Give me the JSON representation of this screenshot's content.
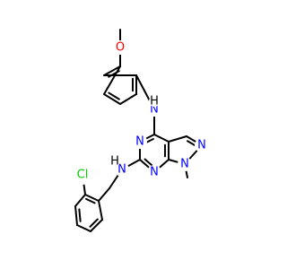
{
  "molecule": {
    "colors": {
      "carbon_bond": "#000000",
      "N": "#0000ff",
      "O": "#ff0000",
      "Cl": "#00cc00"
    },
    "atoms": [
      {
        "id": "me1",
        "el": "C",
        "label": ""
      },
      {
        "id": "o1",
        "el": "O",
        "label": "O"
      },
      {
        "id": "c1",
        "el": "C",
        "label": ""
      },
      {
        "id": "c2",
        "el": "C",
        "label": ""
      },
      {
        "id": "c3",
        "el": "C",
        "label": ""
      },
      {
        "id": "c4",
        "el": "C",
        "label": ""
      },
      {
        "id": "c5",
        "el": "C",
        "label": ""
      },
      {
        "id": "c6",
        "el": "C",
        "label": ""
      },
      {
        "id": "n1",
        "el": "N",
        "label": "N"
      },
      {
        "id": "h1",
        "el": "H",
        "label": "H"
      },
      {
        "id": "c7",
        "el": "C",
        "label": ""
      },
      {
        "id": "n2",
        "el": "N",
        "label": "N"
      },
      {
        "id": "c8",
        "el": "C",
        "label": ""
      },
      {
        "id": "n3",
        "el": "N",
        "label": "N"
      },
      {
        "id": "c9",
        "el": "C",
        "label": ""
      },
      {
        "id": "c10",
        "el": "C",
        "label": ""
      },
      {
        "id": "c11",
        "el": "C",
        "label": ""
      },
      {
        "id": "n4",
        "el": "N",
        "label": "N"
      },
      {
        "id": "n5",
        "el": "N",
        "label": "N"
      },
      {
        "id": "me2",
        "el": "C",
        "label": ""
      },
      {
        "id": "n6",
        "el": "N",
        "label": "N"
      },
      {
        "id": "h2",
        "el": "H",
        "label": "H"
      },
      {
        "id": "c12",
        "el": "C",
        "label": ""
      },
      {
        "id": "c13",
        "el": "C",
        "label": ""
      },
      {
        "id": "c14",
        "el": "C",
        "label": ""
      },
      {
        "id": "cl1",
        "el": "Cl",
        "label": "Cl"
      },
      {
        "id": "c15",
        "el": "C",
        "label": ""
      },
      {
        "id": "c16",
        "el": "C",
        "label": ""
      },
      {
        "id": "c17",
        "el": "C",
        "label": ""
      },
      {
        "id": "c18",
        "el": "C",
        "label": ""
      }
    ],
    "bonds": [
      {
        "a": "me1",
        "b": "o1",
        "order": 1
      },
      {
        "a": "o1",
        "b": "c1",
        "order": 1
      },
      {
        "a": "c1",
        "b": "c2",
        "order": 2
      },
      {
        "a": "c2",
        "b": "c3",
        "order": 1
      },
      {
        "a": "c3",
        "b": "c4",
        "order": 2
      },
      {
        "a": "c4",
        "b": "c5",
        "order": 1
      },
      {
        "a": "c5",
        "b": "c6",
        "order": 2
      },
      {
        "a": "c6",
        "b": "c1",
        "order": 1
      },
      {
        "a": "c3",
        "b": "n1",
        "order": 1
      },
      {
        "a": "n1",
        "b": "c7",
        "order": 1
      },
      {
        "a": "c7",
        "b": "n2",
        "order": 2
      },
      {
        "a": "n2",
        "b": "c8",
        "order": 1
      },
      {
        "a": "c8",
        "b": "n3",
        "order": 2
      },
      {
        "a": "n3",
        "b": "c9",
        "order": 1
      },
      {
        "a": "c9",
        "b": "c10",
        "order": 2
      },
      {
        "a": "c10",
        "b": "c7",
        "order": 1
      },
      {
        "a": "c10",
        "b": "c11",
        "order": 1
      },
      {
        "a": "c11",
        "b": "n4",
        "order": 2
      },
      {
        "a": "n4",
        "b": "n5",
        "order": 1
      },
      {
        "a": "n5",
        "b": "c9",
        "order": 1
      },
      {
        "a": "n5",
        "b": "me2",
        "order": 1
      },
      {
        "a": "c8",
        "b": "n6",
        "order": 1
      },
      {
        "a": "n6",
        "b": "c12",
        "order": 1
      },
      {
        "a": "c12",
        "b": "c13",
        "order": 1
      },
      {
        "a": "c13",
        "b": "c14",
        "order": 2
      },
      {
        "a": "c14",
        "b": "cl1",
        "order": 1
      },
      {
        "a": "c14",
        "b": "c15",
        "order": 1
      },
      {
        "a": "c15",
        "b": "c16",
        "order": 2
      },
      {
        "a": "c16",
        "b": "c17",
        "order": 1
      },
      {
        "a": "c17",
        "b": "c18",
        "order": 2
      },
      {
        "a": "c18",
        "b": "c13",
        "order": 1
      }
    ]
  }
}
